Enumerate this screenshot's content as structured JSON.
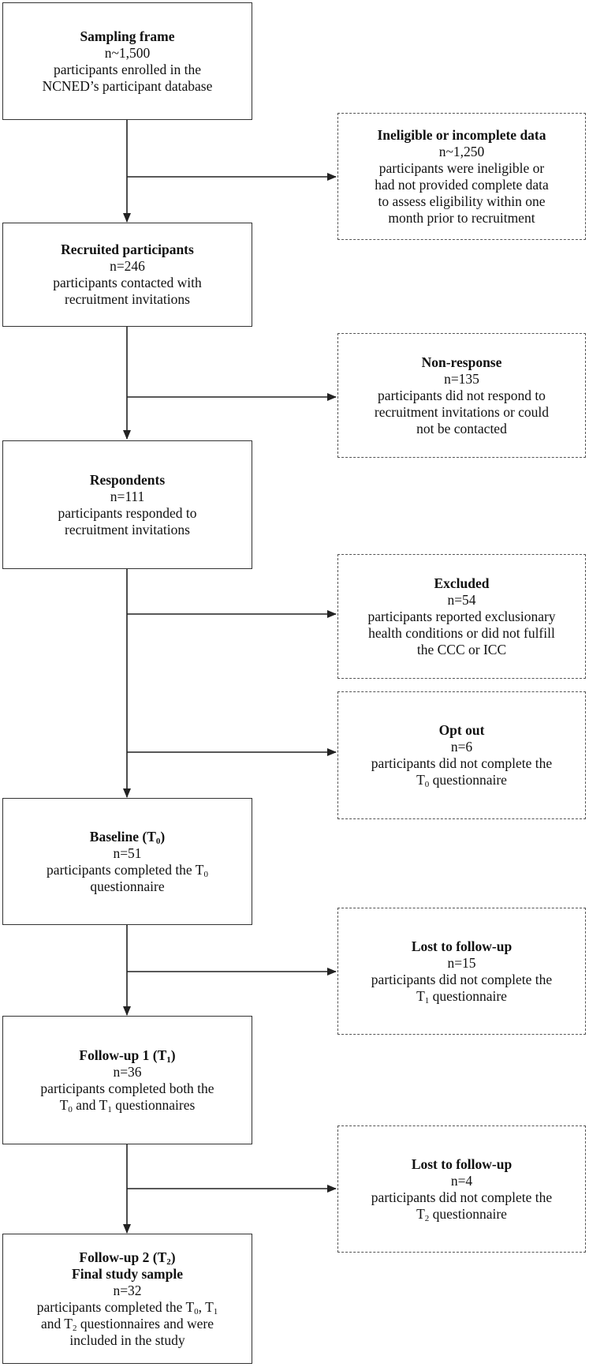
{
  "nodes": {
    "sampling": {
      "title": "Sampling frame",
      "count": "n~1,500",
      "lines": [
        "participants enrolled in the",
        "NCNED’s participant database"
      ]
    },
    "recruited": {
      "title": "Recruited participants",
      "count": "n=246",
      "lines": [
        "participants contacted with",
        "recruitment invitations"
      ]
    },
    "respondents": {
      "title": "Respondents",
      "count": "n=111",
      "lines": [
        "participants responded to",
        "recruitment invitations"
      ]
    },
    "baseline": {
      "title_main": "Baseline (T",
      "title_sub": "0",
      "title_end": ")",
      "count": "n=51",
      "line1_main": "participants completed the T",
      "line1_sub": "0",
      "line2": "questionnaire"
    },
    "followup1": {
      "title_main": "Follow-up 1 (T",
      "title_sub": "1",
      "title_end": ")",
      "count": "n=36",
      "line1": "participants completed both the",
      "line2_a": "T",
      "line2_a_sub": "0",
      "line2_b": " and T",
      "line2_b_sub": "1",
      "line2_c": " questionnaires"
    },
    "followup2": {
      "title_main": "Follow-up 2 (T",
      "title_sub": "2",
      "title_end": ")",
      "title2": "Final study sample",
      "count": "n=32",
      "line1_a": "participants completed the T",
      "line1_a_sub": "0",
      "line1_b": ", T",
      "line1_b_sub": "1",
      "line2_a": "and T",
      "line2_a_sub": "2",
      "line2_b": " questionnaires and were",
      "line3": "included in the study"
    }
  },
  "exclusions": {
    "ineligible": {
      "title": "Ineligible or incomplete data",
      "count": "n~1,250",
      "lines": [
        "participants were ineligible or",
        "had not provided complete data",
        "to assess eligibility within one",
        "month prior to recruitment"
      ]
    },
    "nonresponse": {
      "title": "Non-response",
      "count": "n=135",
      "lines": [
        "participants did not respond to",
        "recruitment invitations or could",
        "not be contacted"
      ]
    },
    "excluded": {
      "title": "Excluded",
      "count": "n=54",
      "lines": [
        "participants reported exclusionary",
        "health conditions or did not fulfill",
        "the CCC or ICC"
      ]
    },
    "optout": {
      "title": "Opt out",
      "count": "n=6",
      "line1": "participants did not complete the",
      "line2_main": "T",
      "line2_sub": "0",
      "line2_end": " questionnaire"
    },
    "lost1": {
      "title": "Lost to follow-up",
      "count": "n=15",
      "line1": "participants did not complete the",
      "line2_main": "T",
      "line2_sub": "1",
      "line2_end": " questionnaire"
    },
    "lost2": {
      "title": "Lost to follow-up",
      "count": "n=4",
      "line1": "participants did not complete the",
      "line2_main": "T",
      "line2_sub": "2",
      "line2_end": " questionnaire"
    }
  },
  "colors": {
    "line": "#222222",
    "solid_border": "#333333",
    "dashed_border": "#555555"
  }
}
